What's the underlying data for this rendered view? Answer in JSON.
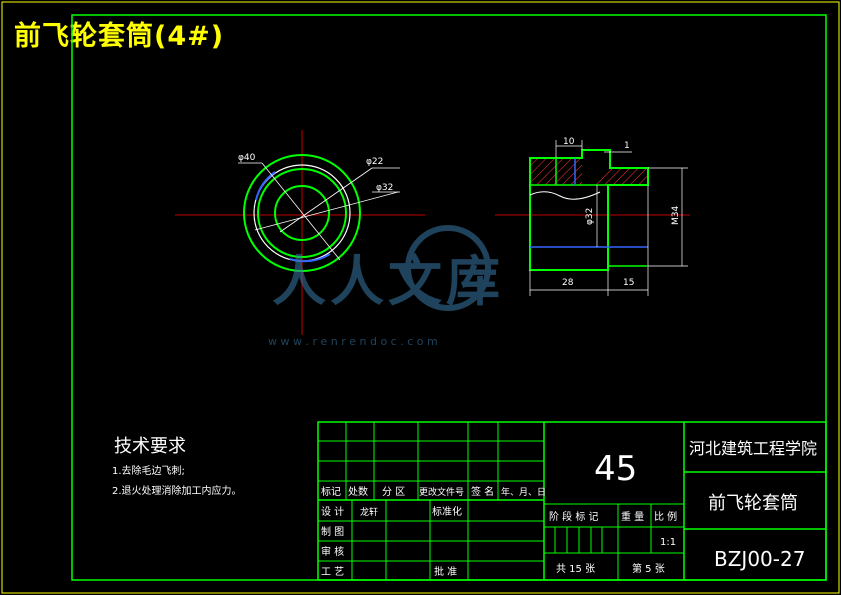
{
  "title": "前飞轮套筒(4#)",
  "front_view": {
    "dim_outer": "φ40",
    "dim_inner": "φ22",
    "dim_mid": "φ32"
  },
  "side_view": {
    "dim_top_width": "10",
    "dim_top_gap": "1",
    "dim_inner_dia": "φ32",
    "dim_thread": "M34",
    "dim_left_len": "28",
    "dim_right_len": "15"
  },
  "watermark": {
    "text": "人人文库",
    "url": "w w w . r e n r e n d o c . c o m"
  },
  "tech_requirements": {
    "heading": "技术要求",
    "items": [
      "1.去除毛边飞刺;",
      "2.退火处理消除加工内应力。"
    ]
  },
  "title_block": {
    "material": "45",
    "school": "河北建筑工程学院",
    "part_name": "前飞轮套筒",
    "drawing_no": "BZJ00-27",
    "header_labels": [
      "标记",
      "处数",
      "分 区",
      "更改文件号",
      "签 名",
      "年、月、日"
    ],
    "design": "设 计",
    "standardize": "标准化",
    "check_draw": "制 图",
    "review": "审 核",
    "process": "工 艺",
    "approve": "批 准",
    "stage_mark": "阶 段 标 记",
    "weight": "重 量",
    "scale_label": "比 例",
    "scale_value": "1:1",
    "sheet_total": "共 15 张",
    "sheet_no": "第 5 张",
    "signature": "龙轩"
  }
}
